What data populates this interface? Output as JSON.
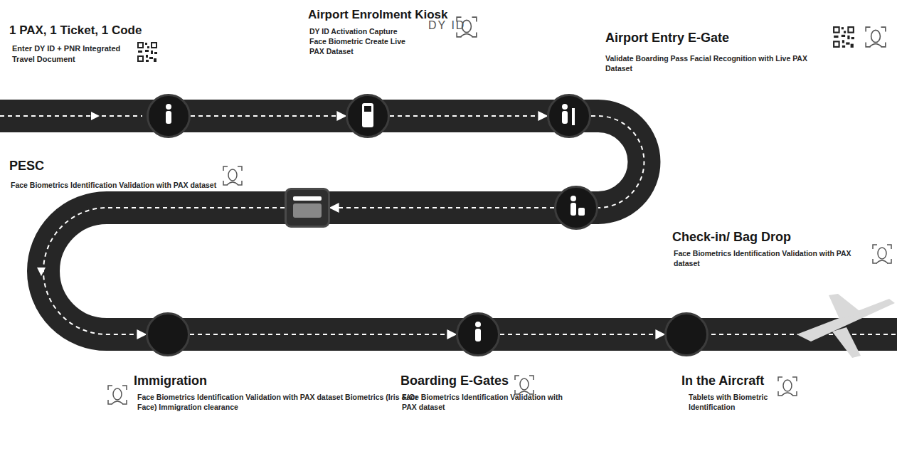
{
  "diagram": {
    "nodes": [
      {
        "text": [
          "1 PAX, 1 Ticket, 1 Code",
          "Enter DY ID + PNR Integrated Travel Document"
        ]
      },
      {
        "text": [
          "Airport Enrolment Kiosk",
          "DY ID Activation Capture Face Biometric Create Live PAX Dataset"
        ]
      },
      {
        "text": [
          "Airport Entry E-Gate",
          "Validate Boarding Pass Facial Recognition with Live PAX Dataset"
        ]
      },
      {
        "text": [
          "Check-in/ Bag Drop",
          "Face Biometrics Identification Validation with PAX dataset"
        ]
      },
      {
        "text": [
          "PESC",
          "Face Biometrics Identification Validation with PAX dataset"
        ]
      },
      {
        "text": [
          "Immigration",
          "Face Biometrics Identification Validation with PAX dataset Biometrics (Iris &/Or Face) Immigration clearance"
        ]
      },
      {
        "text": [
          "Boarding E-Gates",
          "Face Biometrics Identification Validation with PAX dataset"
        ]
      },
      {
        "text": [
          "In the Aircraft",
          "Tablets with Biometric Identification"
        ]
      }
    ],
    "edges": [
      {
        "from": 0,
        "to": 1,
        "arrow": "to"
      },
      {
        "from": 1,
        "to": 2,
        "arrow": "to"
      },
      {
        "from": 2,
        "to": 3,
        "arrow": "to"
      },
      {
        "from": 3,
        "to": 4,
        "arrow": "to"
      },
      {
        "from": 4,
        "to": 5,
        "arrow": "to"
      },
      {
        "from": 5,
        "to": 6,
        "arrow": "to"
      },
      {
        "from": 6,
        "to": 7,
        "arrow": "to"
      }
    ],
    "labels": [
      "DY ID"
    ]
  }
}
